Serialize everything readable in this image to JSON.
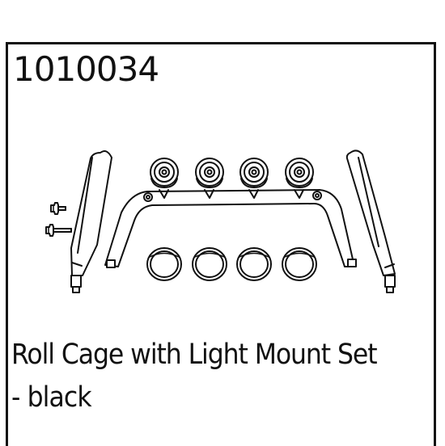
{
  "part_number": "1010034",
  "title_line1": "Roll Cage with Light Mount Set",
  "title_line2": " - black",
  "colors": {
    "line": "#111111",
    "background": "#ffffff"
  },
  "parts": {
    "screws": 2,
    "light_housings": 4,
    "lens_rings": 4,
    "roll_bars": 2,
    "light_mount_bar": 1
  }
}
